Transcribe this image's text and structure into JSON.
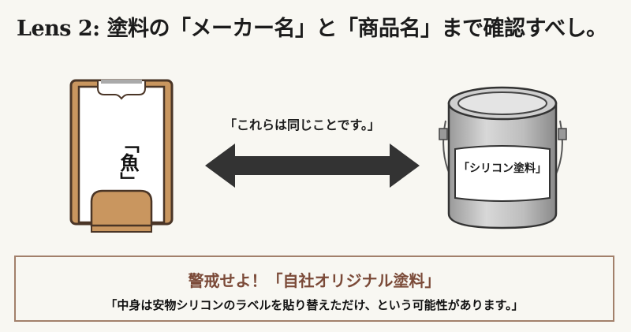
{
  "title": {
    "lens": "Lens 2:",
    "text": "塗料の「メーカー名」と「商品名」まで確認すべし。"
  },
  "clipboard": {
    "icon": "clipboard-icon",
    "text": "「魚」"
  },
  "arrow": {
    "icon": "double-arrow-icon",
    "caption": "「これらは同じことです。」"
  },
  "paint_can": {
    "icon": "paint-can-icon",
    "label": "「シリコン塗料」"
  },
  "warning": {
    "title": "警戒せよ！「自社オリジナル塗料」",
    "body": "「中身は安物シリコンのラベルを貼り替えただけ、という可能性があります。」"
  },
  "colors": {
    "background": "#f8f7f2",
    "clipboard_brown": "#c9965f",
    "clipboard_outline": "#4a3526",
    "arrow": "#333333",
    "warning_title": "#7b4a38",
    "warning_border": "#a2806b"
  }
}
